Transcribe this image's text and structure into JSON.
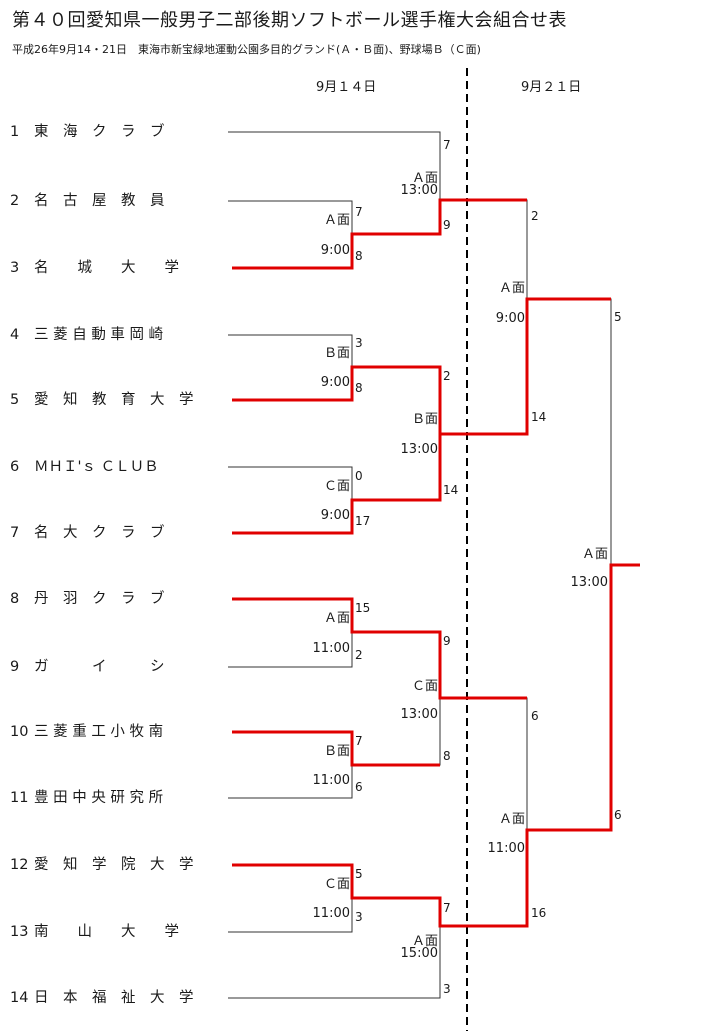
{
  "title": "第４０回愛知県一般男子二部後期ソフトボール選手権大会組合せ表",
  "subtitle": "平成26年9月14・21日　東海市新宝緑地運動公園多目的グランド(Ａ・Ｂ面)、野球場Ｂ（Ｃ面)",
  "dates": [
    "9月１４日",
    "9月２１日"
  ],
  "teams": [
    {
      "num": "1",
      "name": "東　海　ク　ラ　ブ"
    },
    {
      "num": "2",
      "name": "名　古　屋　教　員"
    },
    {
      "num": "3",
      "name": "名　　城　　大　　学"
    },
    {
      "num": "4",
      "name": "三 菱 自 動 車 岡 崎"
    },
    {
      "num": "5",
      "name": "愛　知　教　育　大　学"
    },
    {
      "num": "6",
      "name": "ＭＨＩ'ｓ ＣＬＵＢ"
    },
    {
      "num": "7",
      "name": "名　大　ク　ラ　ブ"
    },
    {
      "num": "8",
      "name": "丹　羽　ク　ラ　ブ"
    },
    {
      "num": "9",
      "name": "ガ　　　イ　　　シ"
    },
    {
      "num": "10",
      "name": "三 菱 重 工 小 牧 南"
    },
    {
      "num": "11",
      "name": "豊 田 中 央 研 究 所"
    },
    {
      "num": "12",
      "name": "愛　知　学　院　大　学"
    },
    {
      "num": "13",
      "name": "南　　山　　大　　学"
    },
    {
      "num": "14",
      "name": "日　本　福　祉　大　学"
    }
  ],
  "matches": [
    {
      "venue": "Ａ面",
      "time": "9:00",
      "top_score": "7",
      "bottom_score": "8"
    },
    {
      "venue": "Ｂ面",
      "time": "9:00",
      "top_score": "3",
      "bottom_score": "8"
    },
    {
      "venue": "Ｃ面",
      "time": "9:00",
      "top_score": "0",
      "bottom_score": "17"
    },
    {
      "venue": "Ａ面",
      "time": "11:00",
      "top_score": "15",
      "bottom_score": "2"
    },
    {
      "venue": "Ｂ面",
      "time": "11:00",
      "top_score": "7",
      "bottom_score": "6"
    },
    {
      "venue": "Ｃ面",
      "time": "11:00",
      "top_score": "5",
      "bottom_score": "3"
    },
    {
      "venue": "Ａ面",
      "time": "13:00",
      "top_score": "7",
      "bottom_score": "9"
    },
    {
      "venue": "Ｂ面",
      "time": "13:00",
      "top_score": "2",
      "bottom_score": "14"
    },
    {
      "venue": "Ｃ面",
      "time": "13:00",
      "top_score": "9",
      "bottom_score": "8"
    },
    {
      "venue": "Ａ面",
      "time": "15:00",
      "top_score": "7",
      "bottom_score": "3"
    },
    {
      "venue": "Ａ面",
      "time": "9:00",
      "top_score": "2",
      "bottom_score": "14"
    },
    {
      "venue": "Ａ面",
      "time": "11:00",
      "top_score": "6",
      "bottom_score": "16"
    },
    {
      "venue": "Ａ面",
      "time": "13:00",
      "top_score": "5",
      "bottom_score": "6"
    }
  ],
  "colors": {
    "line": "#333333",
    "winner": "#e00000",
    "divider": "#000000"
  }
}
